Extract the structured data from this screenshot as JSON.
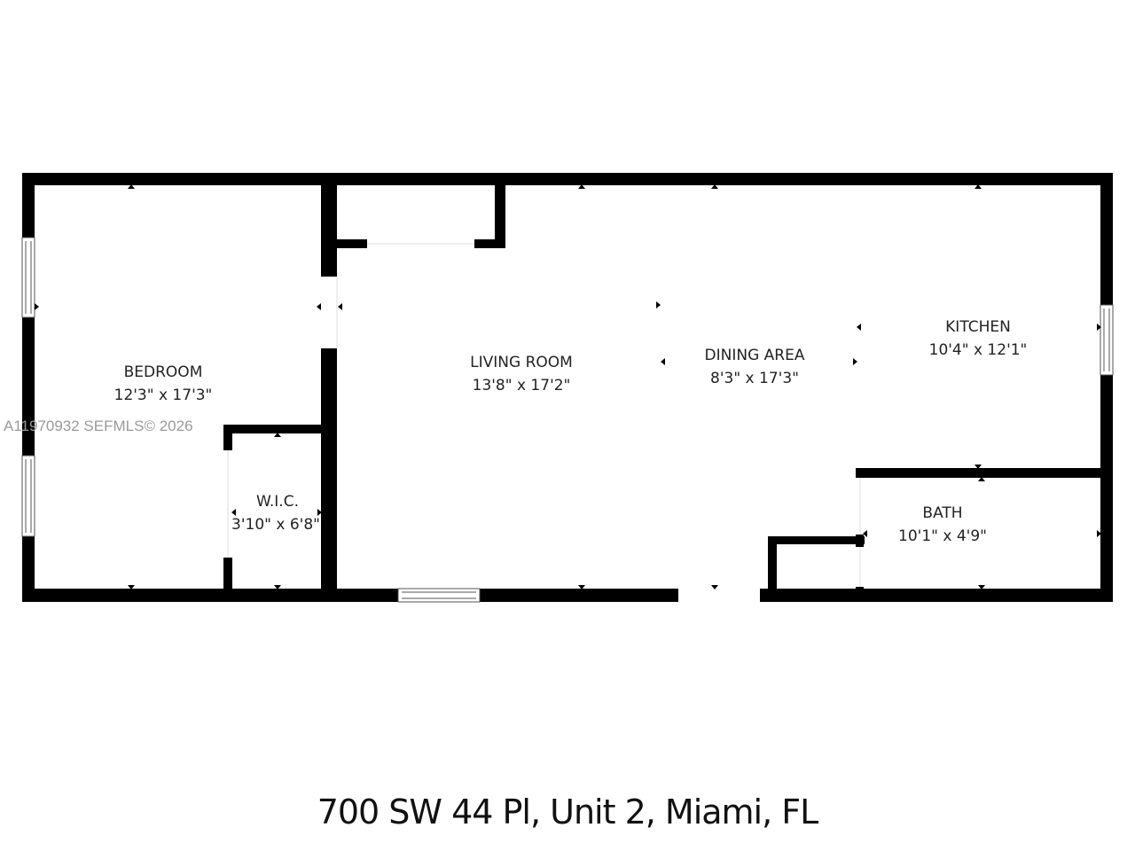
{
  "rooms": {
    "bedroom": {
      "name": "BEDROOM",
      "dims": "12'3\" x 17'3\""
    },
    "wic": {
      "name": "W.I.C.",
      "dims": "3'10\" x 6'8\""
    },
    "living_room": {
      "name": "LIVING ROOM",
      "dims": "13'8\" x 17'2\""
    },
    "dining_area": {
      "name": "DINING AREA",
      "dims": "8'3\" x 17'3\""
    },
    "kitchen": {
      "name": "KITCHEN",
      "dims": "10'4\" x 12'1\""
    },
    "bath": {
      "name": "BATH",
      "dims": "10'1\" x 4'9\""
    }
  },
  "watermark": "A11970932  SEFMLS© 2026",
  "address": "700 SW 44 Pl, Unit 2, Miami, FL",
  "colors": {
    "wall": "#000000",
    "background": "#ffffff",
    "text": "#222222",
    "watermark": "#9a9a9a"
  }
}
